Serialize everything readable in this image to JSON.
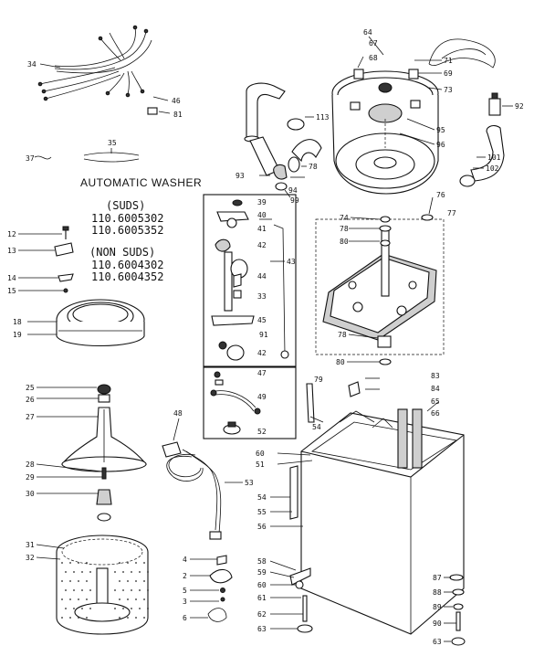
{
  "title": "AUTOMATIC WASHER",
  "models": {
    "suds_heading": "(SUDS)",
    "suds": [
      "110.6005302",
      "110.6005352"
    ],
    "non_suds_heading": "(NON SUDS)",
    "non_suds": [
      "110.6004302",
      "110.6004352"
    ]
  },
  "callouts": [
    {
      "id": "c34",
      "text": "34"
    },
    {
      "id": "c46",
      "text": "46"
    },
    {
      "id": "c81",
      "text": "81"
    },
    {
      "id": "c37",
      "text": "37"
    },
    {
      "id": "c35",
      "text": "35"
    },
    {
      "id": "c12",
      "text": "12"
    },
    {
      "id": "c13",
      "text": "13"
    },
    {
      "id": "c14",
      "text": "14"
    },
    {
      "id": "c15",
      "text": "15"
    },
    {
      "id": "c18",
      "text": "18"
    },
    {
      "id": "c19",
      "text": "19"
    },
    {
      "id": "c25",
      "text": "25"
    },
    {
      "id": "c26",
      "text": "26"
    },
    {
      "id": "c27",
      "text": "27"
    },
    {
      "id": "c28",
      "text": "28"
    },
    {
      "id": "c29",
      "text": "29"
    },
    {
      "id": "c30",
      "text": "30"
    },
    {
      "id": "c31",
      "text": "31"
    },
    {
      "id": "c32",
      "text": "32"
    },
    {
      "id": "c4",
      "text": "4"
    },
    {
      "id": "c2",
      "text": "2"
    },
    {
      "id": "c5",
      "text": "5"
    },
    {
      "id": "c3",
      "text": "3"
    },
    {
      "id": "c6",
      "text": "6"
    },
    {
      "id": "c48",
      "text": "48"
    },
    {
      "id": "c53",
      "text": "53"
    },
    {
      "id": "c39",
      "text": "39"
    },
    {
      "id": "c40",
      "text": "40"
    },
    {
      "id": "c41",
      "text": "41"
    },
    {
      "id": "c42a",
      "text": "42"
    },
    {
      "id": "c43",
      "text": "43"
    },
    {
      "id": "c44",
      "text": "44"
    },
    {
      "id": "c33",
      "text": "33"
    },
    {
      "id": "c45",
      "text": "45"
    },
    {
      "id": "c91",
      "text": "91"
    },
    {
      "id": "c42b",
      "text": "42"
    },
    {
      "id": "c47",
      "text": "47"
    },
    {
      "id": "c49",
      "text": "49"
    },
    {
      "id": "c52",
      "text": "52"
    },
    {
      "id": "c113",
      "text": "113"
    },
    {
      "id": "c78a",
      "text": "78"
    },
    {
      "id": "c93",
      "text": "93"
    },
    {
      "id": "c94",
      "text": "94"
    },
    {
      "id": "c99",
      "text": "99"
    },
    {
      "id": "c64",
      "text": "64"
    },
    {
      "id": "c67",
      "text": "67"
    },
    {
      "id": "c68",
      "text": "68"
    },
    {
      "id": "c71",
      "text": "71"
    },
    {
      "id": "c69",
      "text": "69"
    },
    {
      "id": "c73",
      "text": "73"
    },
    {
      "id": "c92",
      "text": "92"
    },
    {
      "id": "c95",
      "text": "95"
    },
    {
      "id": "c96",
      "text": "96"
    },
    {
      "id": "c101",
      "text": "101"
    },
    {
      "id": "c102",
      "text": "102"
    },
    {
      "id": "c74",
      "text": "74"
    },
    {
      "id": "c76",
      "text": "76"
    },
    {
      "id": "c77",
      "text": "77"
    },
    {
      "id": "c78b",
      "text": "78"
    },
    {
      "id": "c80a",
      "text": "80"
    },
    {
      "id": "c78c",
      "text": "78"
    },
    {
      "id": "c80b",
      "text": "80"
    },
    {
      "id": "c79",
      "text": "79"
    },
    {
      "id": "c83",
      "text": "83"
    },
    {
      "id": "c84",
      "text": "84"
    },
    {
      "id": "c54a",
      "text": "54"
    },
    {
      "id": "c65",
      "text": "65"
    },
    {
      "id": "c66",
      "text": "66"
    },
    {
      "id": "c60a",
      "text": "60"
    },
    {
      "id": "c51",
      "text": "51"
    },
    {
      "id": "c54b",
      "text": "54"
    },
    {
      "id": "c55",
      "text": "55"
    },
    {
      "id": "c56",
      "text": "56"
    },
    {
      "id": "c58",
      "text": "58"
    },
    {
      "id": "c59",
      "text": "59"
    },
    {
      "id": "c60b",
      "text": "60"
    },
    {
      "id": "c61",
      "text": "61"
    },
    {
      "id": "c62",
      "text": "62"
    },
    {
      "id": "c63a",
      "text": "63"
    },
    {
      "id": "c87",
      "text": "87"
    },
    {
      "id": "c88",
      "text": "88"
    },
    {
      "id": "c89",
      "text": "89"
    },
    {
      "id": "c90",
      "text": "90"
    },
    {
      "id": "c63b",
      "text": "63"
    }
  ]
}
